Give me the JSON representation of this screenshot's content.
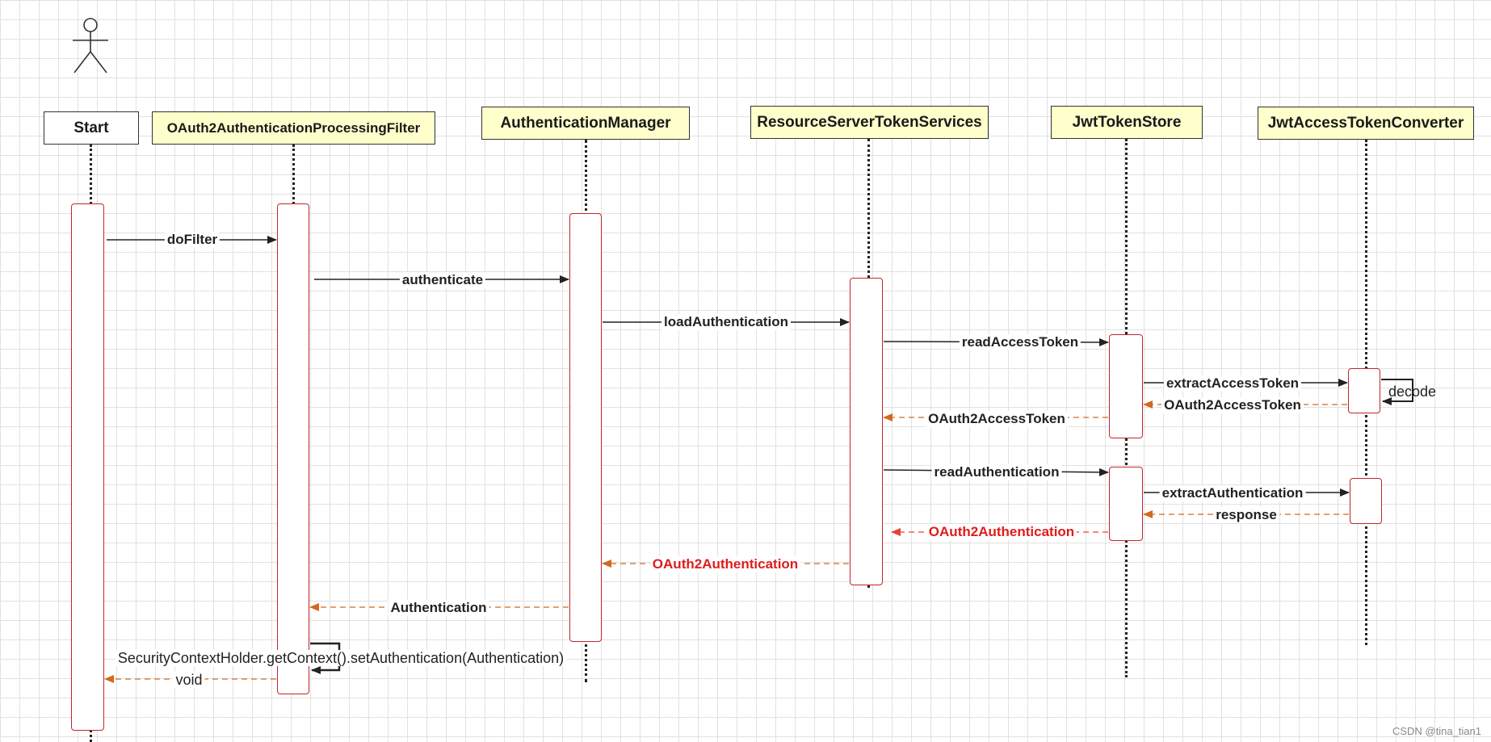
{
  "participants": {
    "start": "Start",
    "filter": "OAuth2AuthenticationProcessingFilter",
    "manager": "AuthenticationManager",
    "services": "ResourceServerTokenServices",
    "store": "JwtTokenStore",
    "converter": "JwtAccessTokenConverter"
  },
  "messages": {
    "do_filter": "doFilter",
    "authenticate": "authenticate",
    "load_authentication": "loadAuthentication",
    "read_access_token": "readAccessToken",
    "extract_access_token": "extractAccessToken",
    "decode": "decode",
    "oauth2_access_token_return_inner": "OAuth2AccessToken",
    "oauth2_access_token_return": "OAuth2AccessToken",
    "read_authentication": "readAuthentication",
    "extract_authentication": "extractAuthentication",
    "response": "response",
    "oauth2_authentication_return_inner": "OAuth2Authentication",
    "oauth2_authentication_return": "OAuth2Authentication",
    "authentication_return": "Authentication",
    "set_authentication": "SecurityContextHolder.getContext().setAuthentication(Authentication)",
    "void_return": "void"
  },
  "watermark": "CSDN @tina_tian1",
  "colors": {
    "activation_border": "#c0262b",
    "return_arrow": "#d2691e",
    "return_arrow_red": "#e8403a",
    "highlight_text": "#e11b1b",
    "participant_fill": "#ffffcc"
  }
}
